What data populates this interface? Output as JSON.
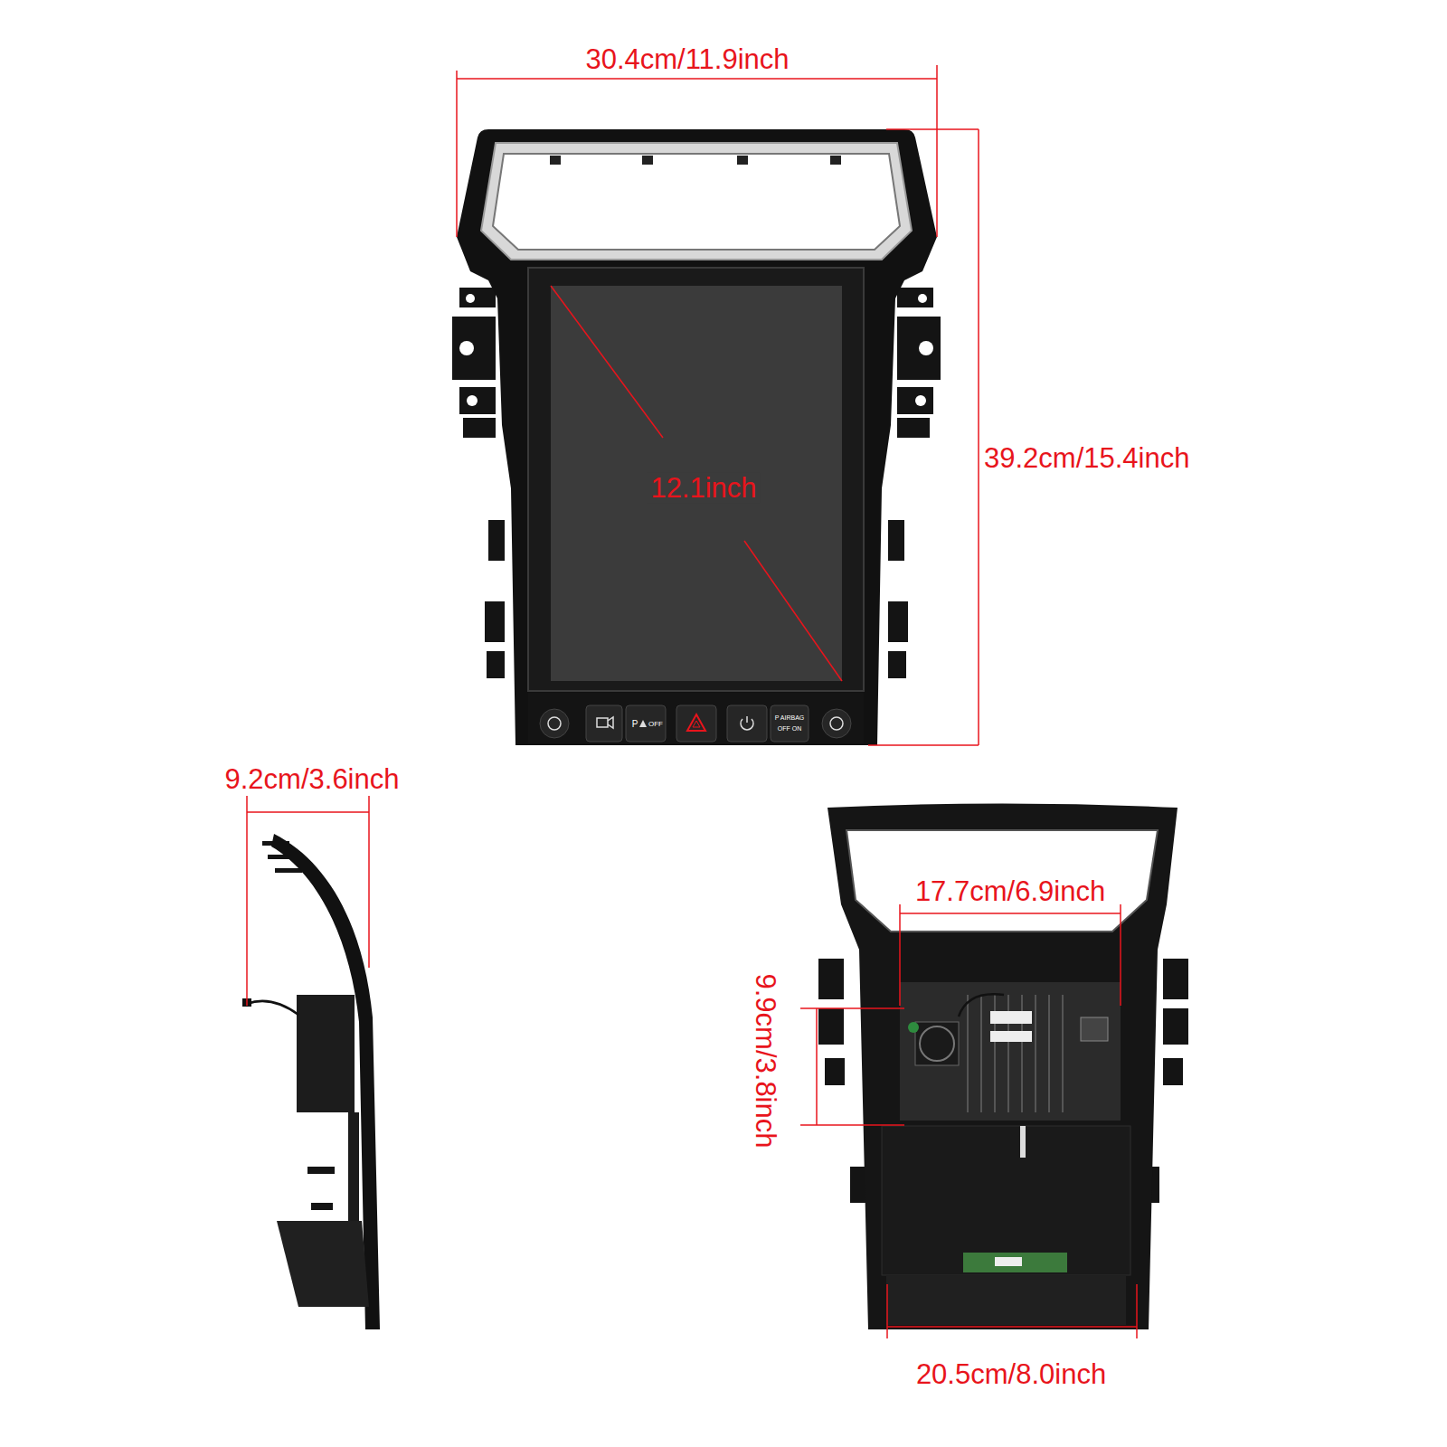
{
  "diagram": {
    "labels": [
      "30.4cm/11.9inch",
      "39.2cm/15.4inch",
      "12.1inch",
      "P",
      "OFF",
      "P AIRBAG",
      "OFF ON",
      "9.2cm/3.6inch",
      "17.7cm/6.9inch",
      "9.9cm/3.8inch",
      "20.5cm/8.0inch"
    ]
  }
}
